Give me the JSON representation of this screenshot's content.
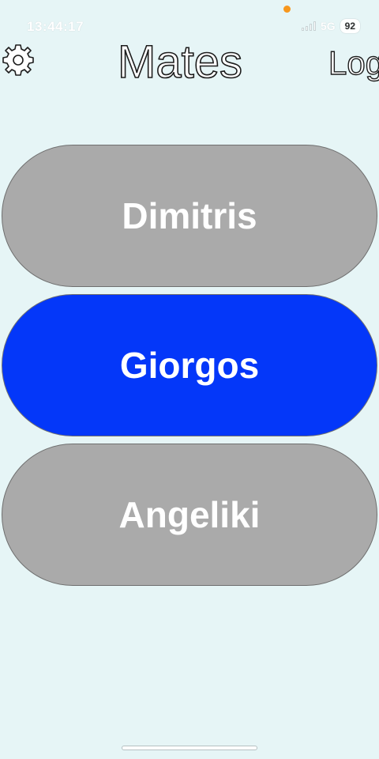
{
  "status_bar": {
    "time": "13:44:17",
    "network": "5G",
    "battery": "92"
  },
  "header": {
    "title": "Mates",
    "log_label": "Log",
    "settings_icon": "gear-icon"
  },
  "mates": [
    {
      "name": "Dimitris",
      "color": "#aaaaaa",
      "selected": false
    },
    {
      "name": "Giorgos",
      "color": "#0437f9",
      "selected": true
    },
    {
      "name": "Angeliki",
      "color": "#aaaaaa",
      "selected": false
    }
  ],
  "colors": {
    "background": "#e6f5f6",
    "selected": "#0437f9",
    "unselected": "#aaaaaa"
  }
}
